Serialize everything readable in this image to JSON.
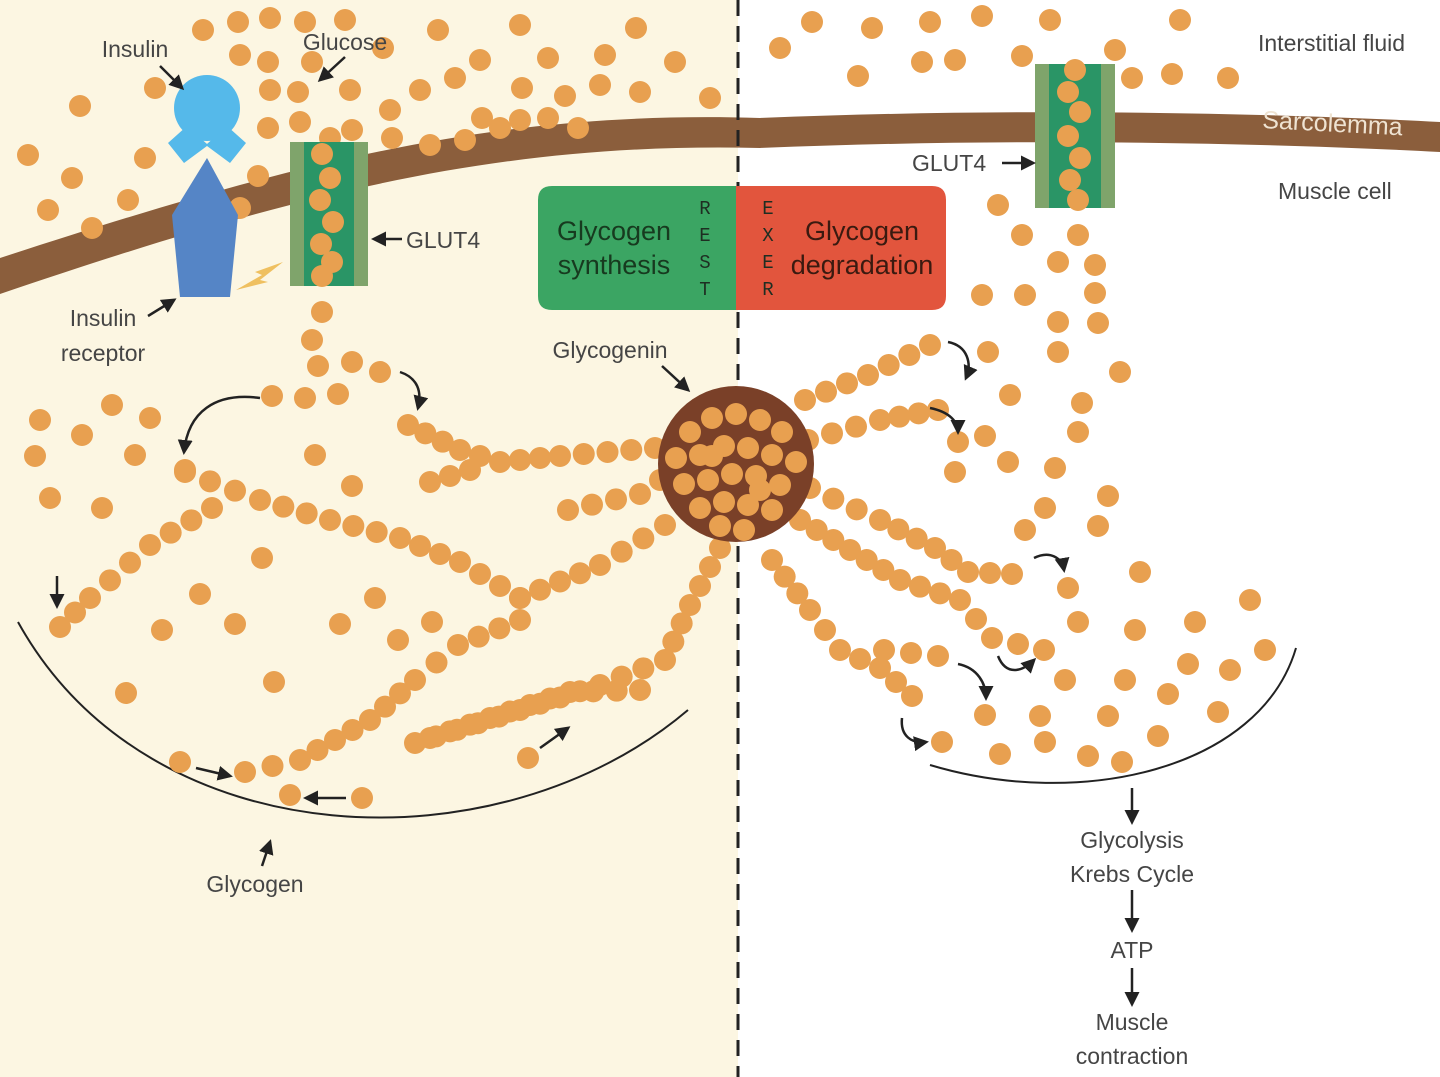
{
  "labels": {
    "insulin": "Insulin",
    "glucose": "Glucose",
    "glut4_left": "GLUT4",
    "glut4_right": "GLUT4",
    "insulin_receptor_line1": "Insulin",
    "insulin_receptor_line2": "receptor",
    "interstitial_fluid": "Interstitial fluid",
    "sarcolemma": "Sarcolemma",
    "muscle_cell": "Muscle cell",
    "glycogenin": "Glycogenin",
    "glycogen": "Glycogen",
    "glycolysis": "Glycolysis",
    "krebs_cycle": "Krebs Cycle",
    "atp": "ATP",
    "muscle_line1": "Muscle",
    "muscle_line2": "contraction"
  },
  "center_box": {
    "left_line1": "Glycogen",
    "left_line2": "synthesis",
    "left_vertical": [
      "R",
      "E",
      "S",
      "T"
    ],
    "right_line1": "Glycogen",
    "right_line2": "degradation",
    "right_vertical": [
      "E",
      "X",
      "E",
      "R"
    ]
  },
  "colors": {
    "rest_panel": "#fcf6e2",
    "membrane": "#8b5e3c",
    "glucose": "#e8a050",
    "insulin": "#55b9ea",
    "receptor": "#5585c6",
    "glut4_outer": "#7fa46b",
    "glut4_inner": "#2a9566",
    "glycogenin": "#7a4028",
    "synthesis_box": "#3ba563",
    "degradation_box": "#e2553d"
  },
  "icons": [
    "insulin-icon",
    "insulin-receptor-icon",
    "glut4-transporter-icon",
    "signal-bolt-icon",
    "glycogenin-core-icon"
  ]
}
